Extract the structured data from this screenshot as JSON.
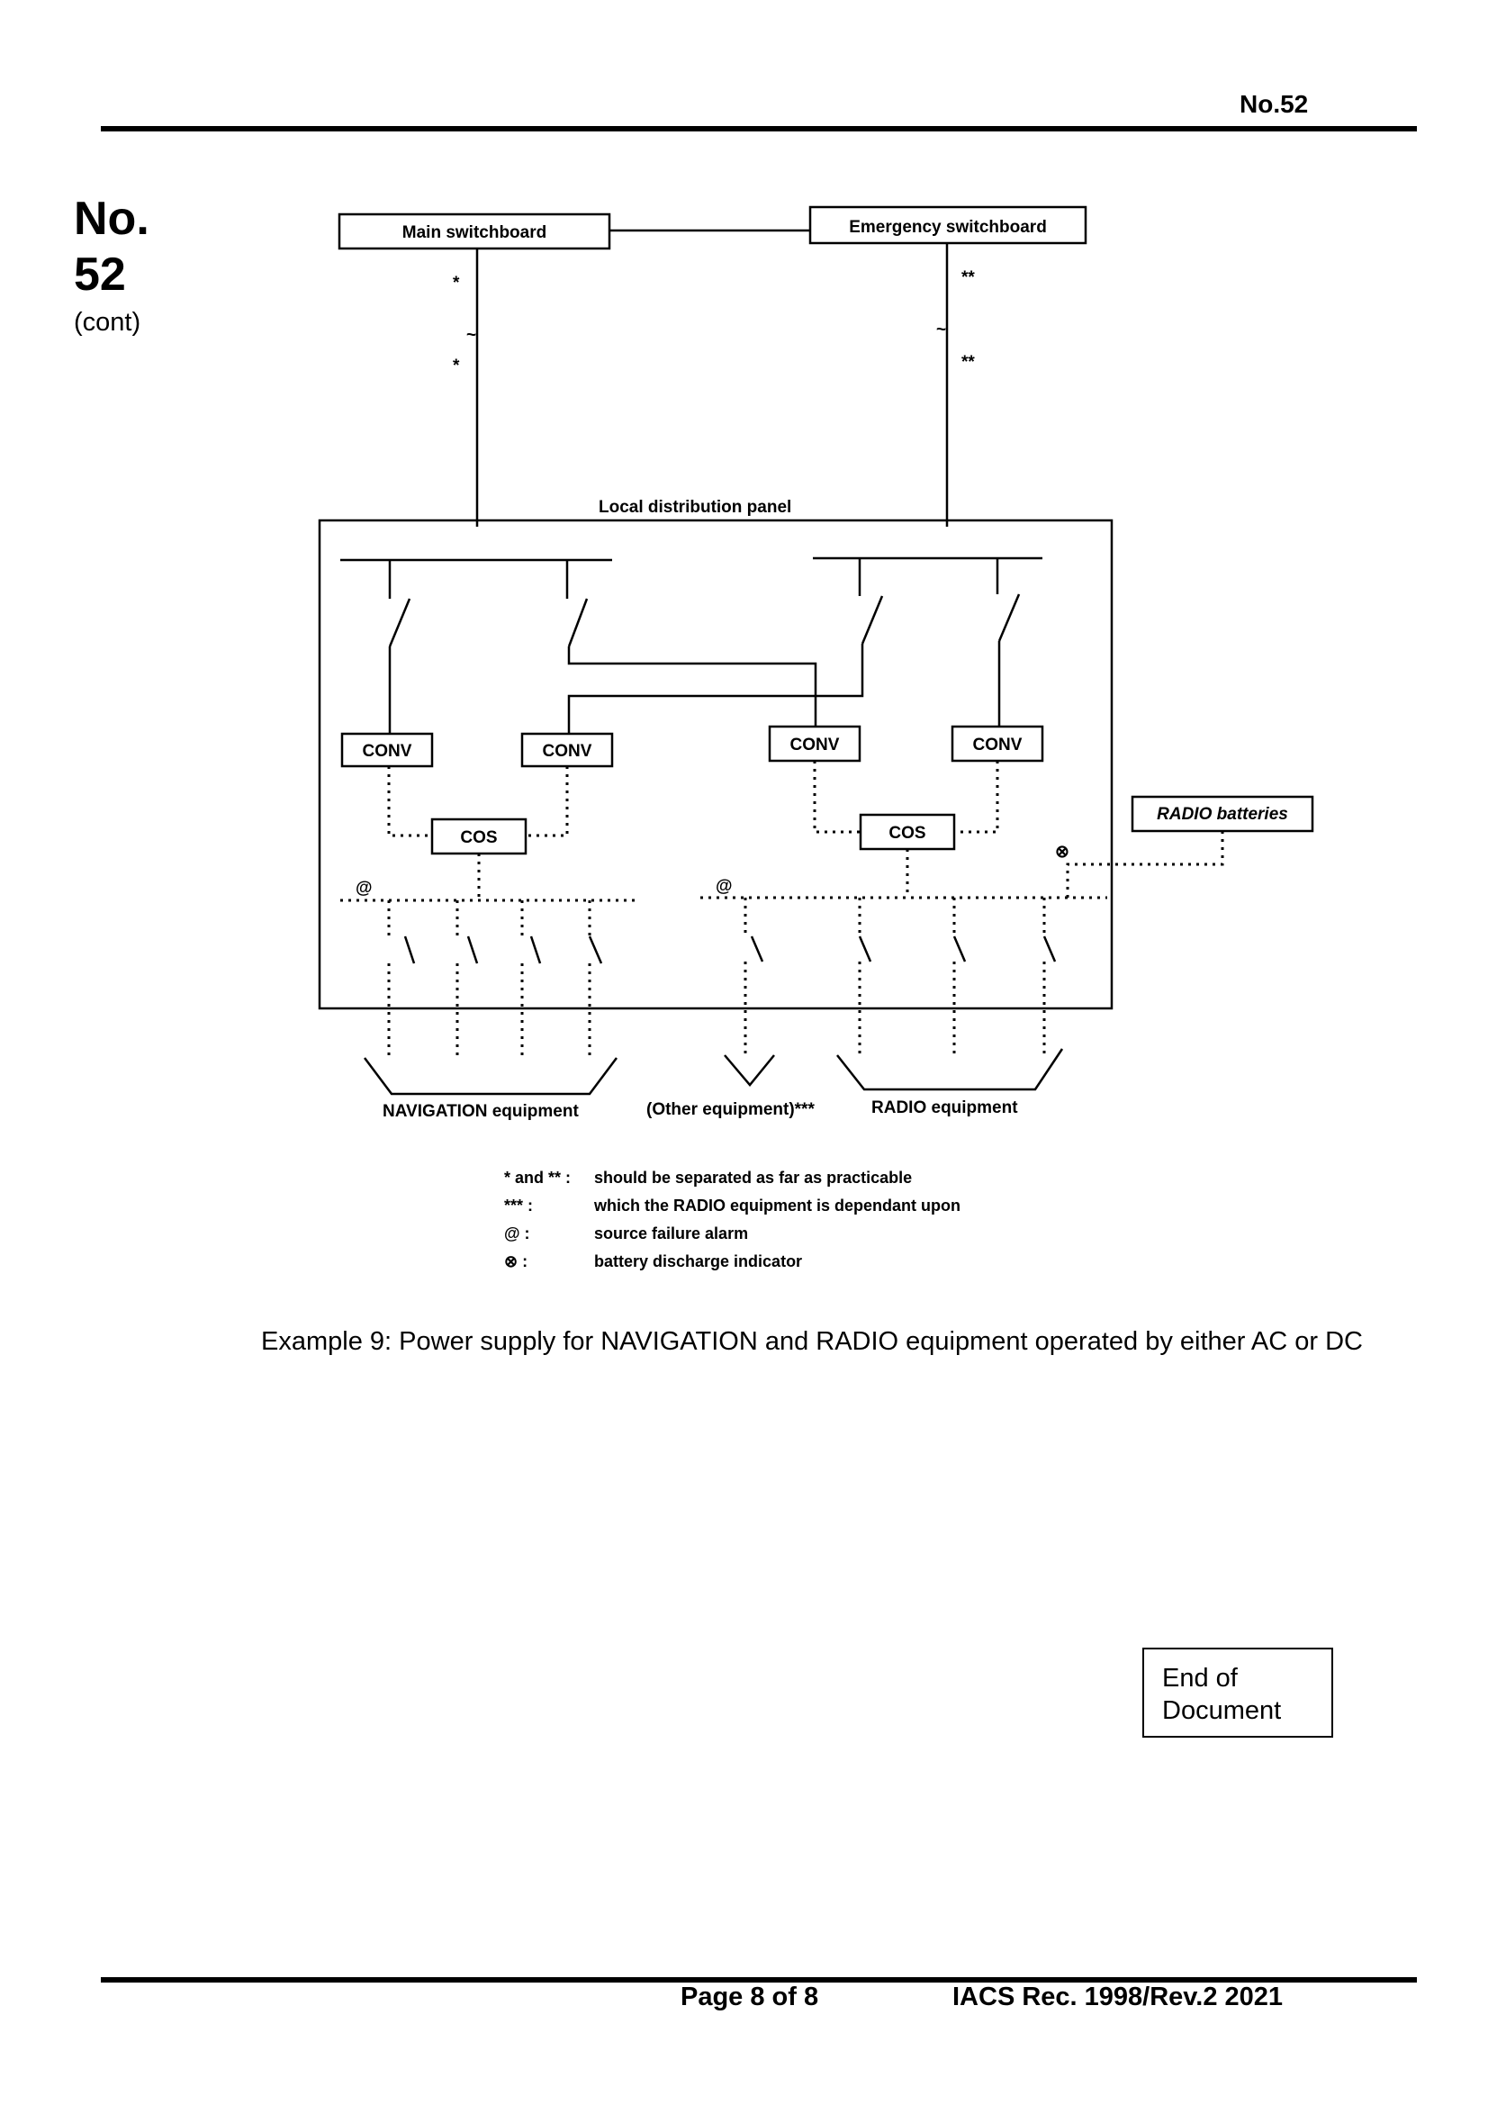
{
  "header": {
    "doc_no": "No.52"
  },
  "side": {
    "number": "No. 52",
    "cont": "(cont)"
  },
  "diagram": {
    "main_switchboard": "Main switchboard",
    "emergency_switchboard": "Emergency switchboard",
    "mark_main": "*",
    "mark_emergency": "**",
    "tilde": "~",
    "local_panel": "Local distribution panel",
    "conv": "CONV",
    "cos": "COS",
    "radio_batteries": "RADIO batteries",
    "alarm_symbol": "@",
    "battery_symbol": "⊗",
    "navigation_equipment": "NAVIGATION equipment",
    "other_equipment": "(Other equipment)***",
    "radio_equipment": "RADIO equipment",
    "legend": [
      {
        "key": "* and ** :",
        "text": "should be separated as far as practicable"
      },
      {
        "key": "*** :",
        "text": "which the RADIO equipment is dependant upon"
      },
      {
        "key": "@ :",
        "text": "source failure alarm"
      },
      {
        "key": "⊗ :",
        "text": "battery discharge indicator"
      }
    ]
  },
  "caption": "Example 9: Power supply for NAVIGATION and RADIO equipment operated by either AC or DC",
  "end_box": "End of Document",
  "footer": {
    "page": "Page 8 of 8",
    "rec": "IACS Rec. 1998/Rev.2 2021"
  }
}
